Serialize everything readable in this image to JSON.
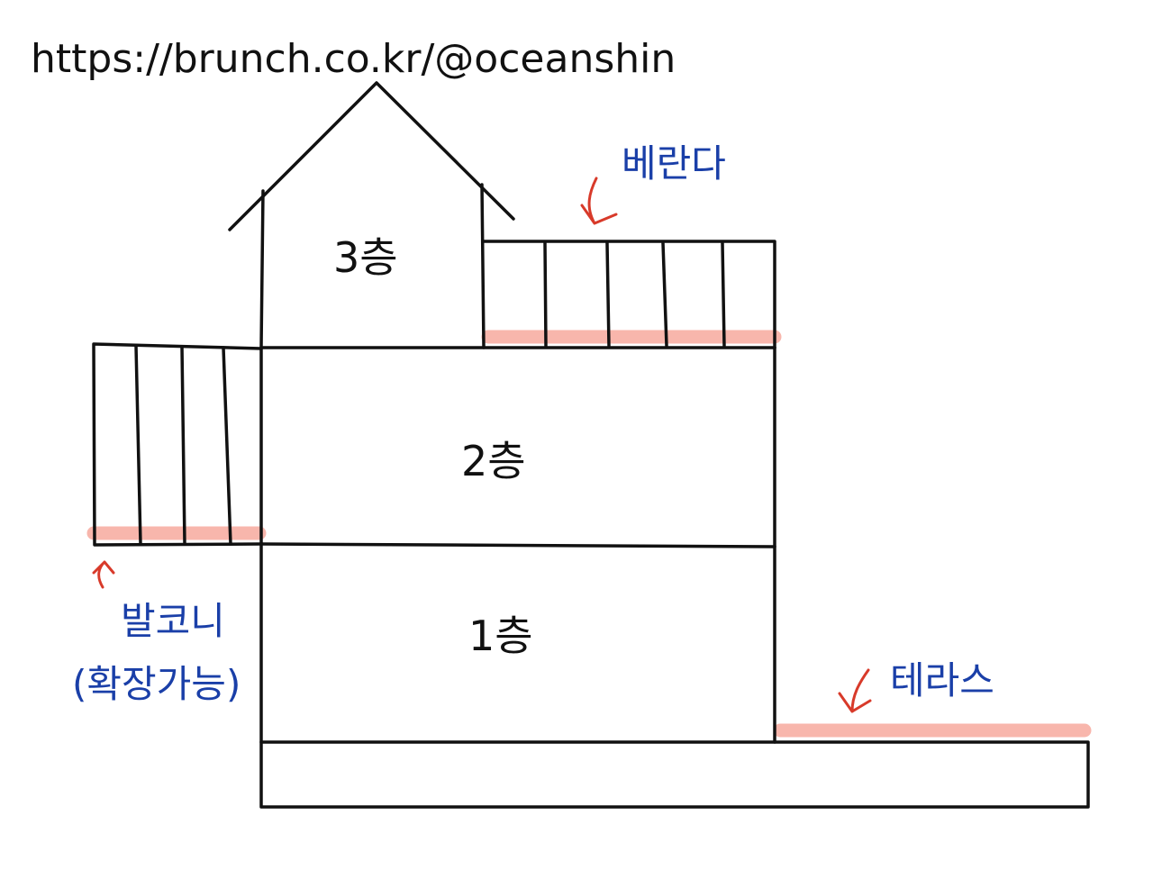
{
  "source_url": "https://brunch.co.kr/@oceanshin",
  "floors": {
    "third": "3층",
    "second": "2층",
    "first": "1층"
  },
  "annotations": {
    "veranda": "베란다",
    "balcony": "발코니",
    "balcony_note": "(확장가능)",
    "terrace": "테라스"
  },
  "colors": {
    "ink": "#111111",
    "label_blue": "#1a3fa8",
    "arrow_red": "#d83a2a",
    "highlight_pink": "#f7a99e"
  }
}
